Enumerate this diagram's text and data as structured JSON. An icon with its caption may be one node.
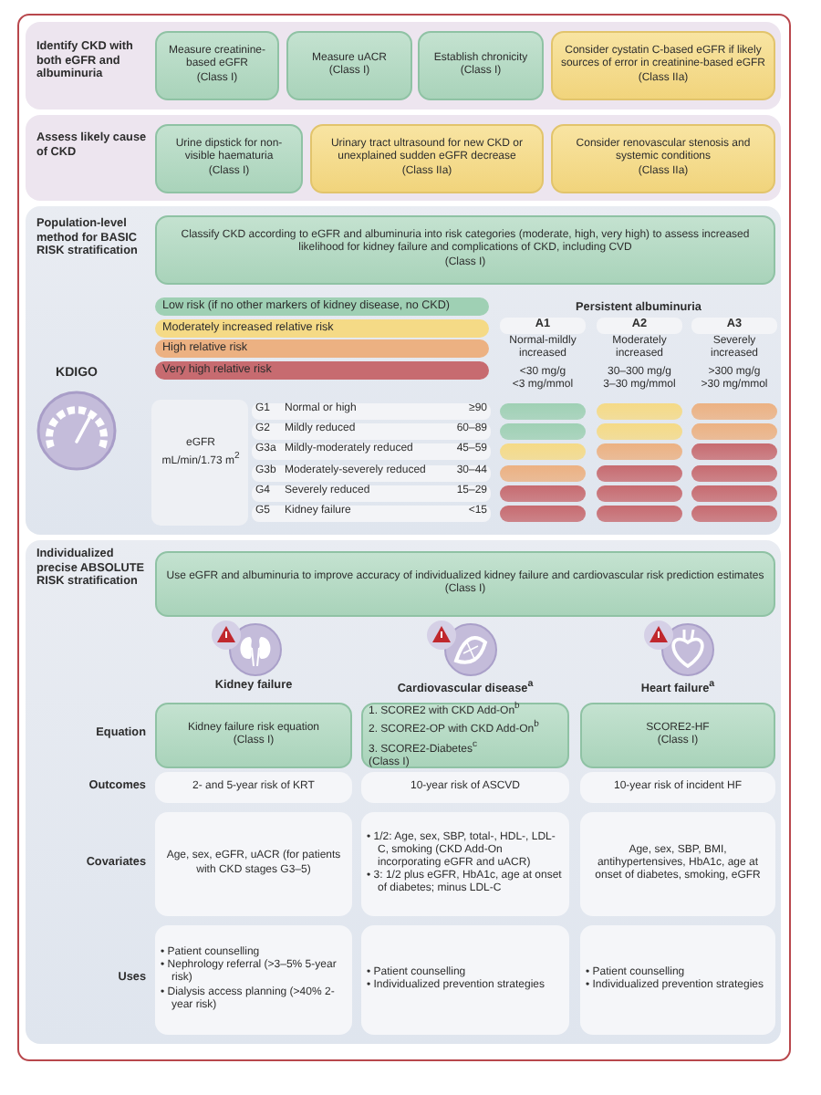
{
  "diagram": {
    "nodes": [
      {
        "text": [
          "Identify CKD with both eGFR and albuminuria"
        ]
      },
      {
        "text": [
          "Measure creatinine-based eGFR",
          "(Class I)"
        ],
        "in": 0
      },
      {
        "text": [
          "Measure uACR",
          "(Class I)"
        ],
        "in": 0
      },
      {
        "text": [
          "Establish chronicity",
          "(Class I)"
        ],
        "in": 0
      },
      {
        "text": [
          "Consider cystatin C-based eGFR if likely sources of error in creatinine-based eGFR",
          "(Class IIa)"
        ],
        "in": 0
      },
      {
        "text": [
          "Assess likely cause of CKD"
        ]
      },
      {
        "text": [
          "Urine dipstick for non-visible haematuria",
          "(Class I)"
        ],
        "in": 5
      },
      {
        "text": [
          "Urinary tract ultrasound for new CKD or unexplained sudden eGFR decrease",
          "(Class IIa)"
        ],
        "in": 5
      },
      {
        "text": [
          "Consider renovascular stenosis and systemic conditions",
          "(Class IIa)"
        ],
        "in": 5
      },
      {
        "text": [
          "Population-level method for BASIC RISK stratification",
          "KDIGO"
        ]
      },
      {
        "text": [
          "Classify CKD according to eGFR and albuminuria into risk categories (moderate, high, very high) to assess increased likelihood for kidney failure and complications of CKD, including CVD",
          "(Class I)"
        ],
        "in": 9
      },
      {
        "text": [],
        "shape": "bar",
        "in": 9
      },
      {
        "text": [],
        "shape": "bar",
        "in": 9
      },
      {
        "text": [],
        "shape": "bar",
        "in": 9
      },
      {
        "text": [],
        "shape": "bar",
        "in": 9
      },
      {
        "text": [],
        "shape": "bar",
        "in": 9
      },
      {
        "text": [],
        "shape": "bar",
        "in": 9
      },
      {
        "text": [],
        "shape": "bar",
        "in": 9
      },
      {
        "text": [],
        "shape": "bar",
        "in": 9
      },
      {
        "text": [],
        "shape": "bar",
        "in": 9
      },
      {
        "text": [],
        "shape": "bar",
        "in": 9
      },
      {
        "text": [],
        "shape": "bar",
        "in": 9
      },
      {
        "text": [],
        "shape": "bar",
        "in": 9
      },
      {
        "text": [],
        "shape": "bar",
        "in": 9
      },
      {
        "text": [],
        "shape": "bar",
        "in": 9
      },
      {
        "text": [],
        "shape": "bar",
        "in": 9
      },
      {
        "text": [],
        "shape": "bar",
        "in": 9
      },
      {
        "text": [],
        "shape": "bar",
        "in": 9
      },
      {
        "text": [],
        "shape": "bar",
        "in": 9
      },
      {
        "text": [
          "Individualized precise ABSOLUTE RISK stratification"
        ]
      },
      {
        "text": [
          "Use eGFR and albuminuria to improve accuracy of individualized kidney failure and cardiovascular risk prediction estimates",
          "(Class I)"
        ],
        "in": 29
      },
      {
        "text": [
          "Kidney failure risk equation",
          "(Class I)"
        ],
        "in": 29
      },
      {
        "text": [
          "1. SCORE2 with CKD Add-On$^{b}$",
          "2. SCORE2-OP with CKD Add-On$^{b}$",
          "3. SCORE2-Diabetes$^{c}$",
          "(Class I)"
        ],
        "in": 29
      },
      {
        "text": [
          "SCORE2-HF",
          "(Class I)"
        ],
        "in": 29
      },
      {
        "text": [
          "2- and 5-year risk of KRT"
        ],
        "in": 29
      },
      {
        "text": [
          "10-year risk of ASCVD"
        ],
        "in": 29
      },
      {
        "text": [
          "10-year risk of incident HF"
        ],
        "in": 29
      },
      {
        "text": [
          "Age, sex, eGFR, uACR (for patients with CKD stages G3–5)"
        ],
        "in": 29
      },
      {
        "text": [
          "• 1/2: Age, sex, SBP, total-, HDL-, LDL-C, smoking (CKD Add-On incorporating eGFR and uACR)",
          "• 3: 1/2 plus eGFR, HbA1c, age at onset of diabetes; minus LDL-C"
        ],
        "in": 29
      },
      {
        "text": [
          "Age, sex, SBP, BMI, antihypertensives, HbA1c, age at onset of diabetes, smoking, eGFR"
        ],
        "in": 29
      },
      {
        "text": [
          "• Patient counselling",
          "• Nephrology referral (>3–5% 5-year risk)",
          "• Dialysis access planning (>40% 2-year risk)"
        ],
        "in": 29
      },
      {
        "text": [
          "• Patient counselling",
          "• Individualized prevention strategies"
        ],
        "in": 29
      },
      {
        "text": [
          "• Patient counselling",
          "• Individualized prevention strategies"
        ],
        "in": 29
      }
    ],
    "labels": [
      "Persistent albuminuria",
      "A1",
      "A2",
      "A3",
      "Normal-mildly increased",
      "Moderately increased",
      "Severely increased",
      "<30 mg/g",
      "30–300 mg/g",
      ">300 mg/g",
      "<3 mg/mmol",
      "3–30 mg/mmol",
      ">30 mg/mmol",
      "eGFR mL/min/1.73 m$^{2}$",
      "G1",
      "Normal or high",
      "≥90",
      "G2",
      "Mildly reduced",
      "60–89",
      "G3a",
      "Mildly-moderately reduced",
      "45–59",
      "G3b",
      "Moderately-severely reduced",
      "30–44",
      "G4",
      "Severely reduced",
      "15–29",
      "G5",
      "Kidney failure",
      "<15",
      "Kidney failure",
      "Cardiovascular disease$^{a}$",
      "Heart failure$^{a}$",
      "Equation",
      "Outcomes",
      "Covariates",
      "Uses"
    ],
    "legend": [
      {
        "text": "Low risk (if no other markers of kidney disease, no CKD)",
        "color": "#9fd0b4"
      },
      {
        "text": "Moderately increased relative risk",
        "color": "#f5da86"
      },
      {
        "text": "High relative risk",
        "color": "#ecb182"
      },
      {
        "text": "Very high relative risk",
        "color": "#c76b70"
      }
    ]
  }
}
